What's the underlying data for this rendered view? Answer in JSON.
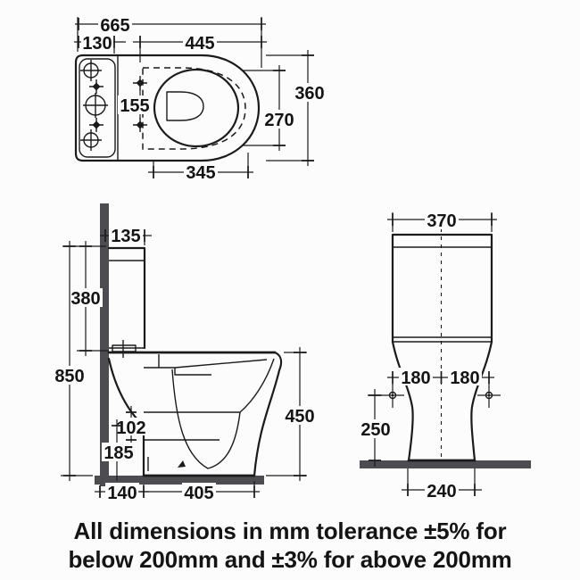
{
  "colors": {
    "bg": "#fcfcfc",
    "line": "#1b1b1b",
    "label": "#141414",
    "structure": "#4c4c51"
  },
  "caption": {
    "line1": "All dimensions in mm tolerance ±5% for",
    "line2": "below 200mm and ±3% for above 200mm"
  },
  "top_view": {
    "overall_length": "665",
    "cistern_depth": "130",
    "seat_length": "445",
    "overall_width": "360",
    "bowl_width": "270",
    "bowl_length": "345",
    "seat_fixing_centres": "155"
  },
  "side_view": {
    "cistern_top_depth": "135",
    "cistern_height": "380",
    "overall_height": "850",
    "rim_height": "450",
    "trap_centre_spacing": "102",
    "outlet_height": "185",
    "wall_to_base": "140",
    "base_depth": "405"
  },
  "front_view": {
    "cistern_width": "370",
    "fixing_offset_left": "180",
    "fixing_offset_right": "180",
    "fixing_height": "250",
    "base_width": "240"
  }
}
